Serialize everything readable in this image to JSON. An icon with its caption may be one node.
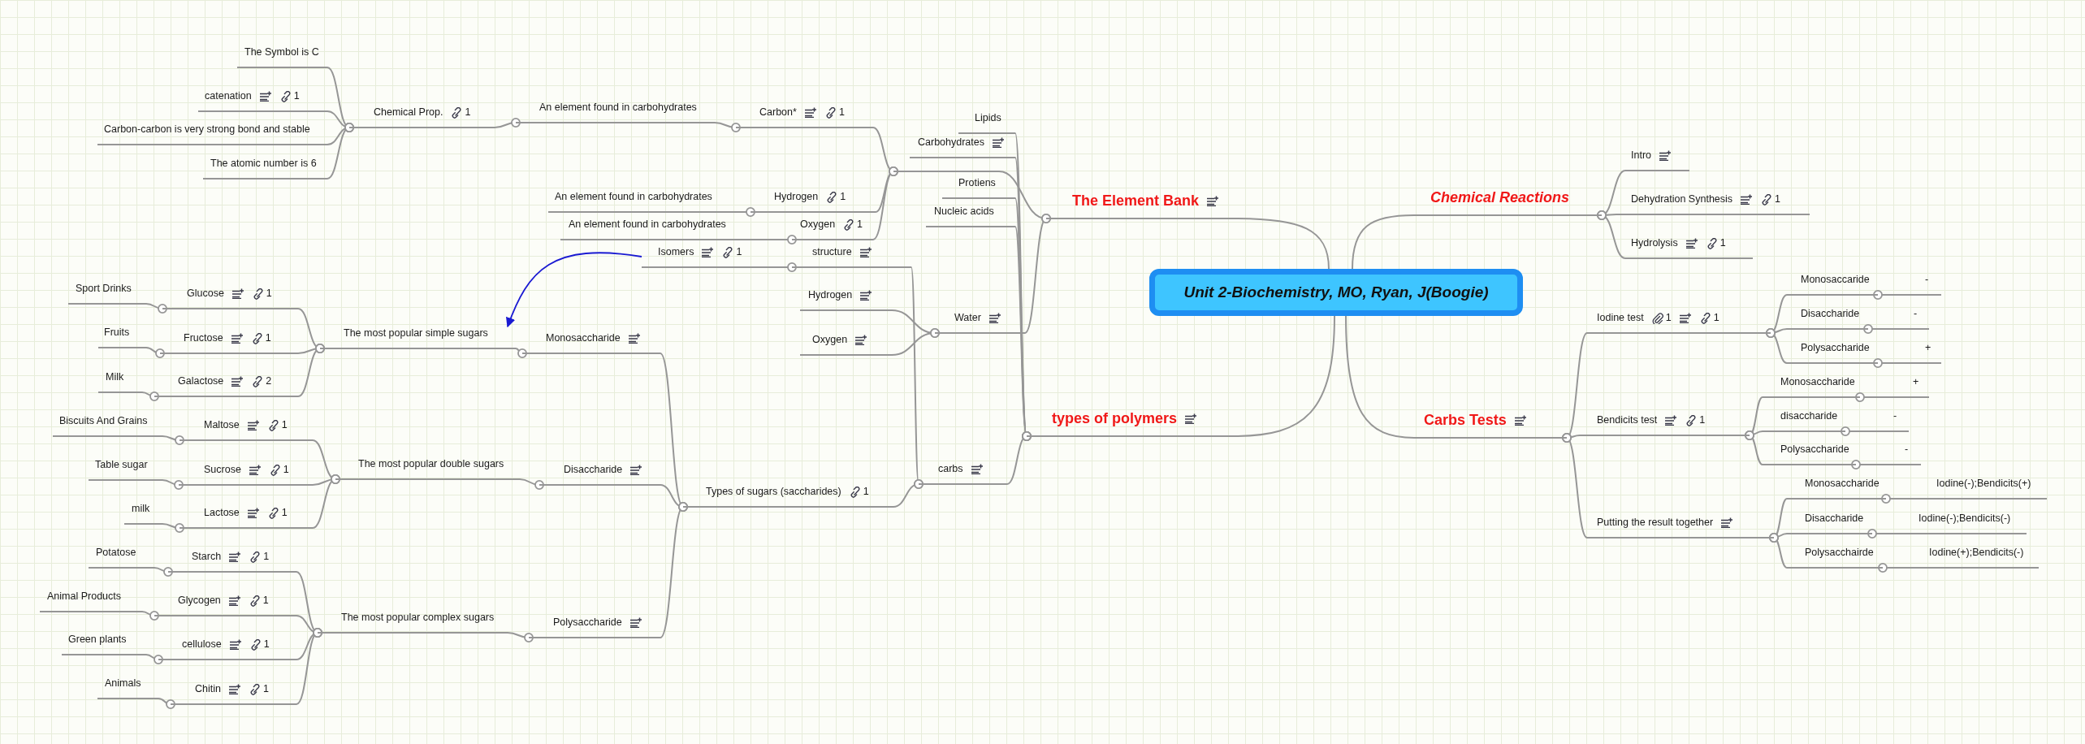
{
  "diagram": {
    "nodes": [
      {
        "text": [
          "Unit 2-Biochemistry, MO, Ryan, J(Boogie)"
        ]
      },
      {
        "text": [
          "The Element Bank"
        ]
      },
      {
        "text": [],
        "shape": "bar"
      },
      {
        "text": [
          "Carbon*",
          "1"
        ]
      },
      {
        "text": [
          "An element found in carbohydrates"
        ]
      },
      {
        "text": [
          "Chemical Prop.",
          "1"
        ]
      },
      {
        "text": [
          "The Symbol is C"
        ]
      },
      {
        "text": [
          "catenation",
          "1"
        ]
      },
      {
        "text": [
          "Carbon-carbon is very strong bond and stable"
        ]
      },
      {
        "text": [
          "The atomic number is 6"
        ]
      },
      {
        "text": [
          "Hydrogen",
          "1"
        ]
      },
      {
        "text": [
          "An element found in carbohydrates"
        ]
      },
      {
        "text": [
          "Oxygen",
          "1"
        ]
      },
      {
        "text": [
          "An element found in carbohydrates"
        ]
      },
      {
        "text": [
          "Water"
        ]
      },
      {
        "text": [
          "Hydrogen"
        ]
      },
      {
        "text": [
          "Oxygen"
        ]
      },
      {
        "text": [
          "types of polymers"
        ]
      },
      {
        "text": [
          "Lipids"
        ]
      },
      {
        "text": [
          "Carbohydrates"
        ]
      },
      {
        "text": [
          "Protiens"
        ]
      },
      {
        "text": [
          "Nucleic acids"
        ]
      },
      {
        "text": [
          "carbs"
        ]
      },
      {
        "text": [
          "structure"
        ]
      },
      {
        "text": [
          "Isomers",
          "1"
        ]
      },
      {
        "text": [
          "Types of sugars (saccharides)",
          "1"
        ]
      },
      {
        "text": [
          "Monosaccharide"
        ]
      },
      {
        "text": [
          "The most popular simple sugars"
        ]
      },
      {
        "text": [
          "Glucose",
          "1"
        ]
      },
      {
        "text": [
          "Sport Drinks"
        ]
      },
      {
        "text": [
          "Fructose",
          "1"
        ]
      },
      {
        "text": [
          "Fruits"
        ]
      },
      {
        "text": [
          "Galactose",
          "2"
        ]
      },
      {
        "text": [
          "Milk"
        ]
      },
      {
        "text": [
          "Disaccharide"
        ]
      },
      {
        "text": [
          "The most popular double sugars"
        ]
      },
      {
        "text": [
          "Maltose",
          "1"
        ]
      },
      {
        "text": [
          "Biscuits And Grains"
        ]
      },
      {
        "text": [
          "Sucrose",
          "1"
        ]
      },
      {
        "text": [
          "Table sugar"
        ]
      },
      {
        "text": [
          "Lactose",
          "1"
        ]
      },
      {
        "text": [
          "milk"
        ]
      },
      {
        "text": [
          "Polysaccharide"
        ]
      },
      {
        "text": [
          "The most popular complex sugars"
        ]
      },
      {
        "text": [
          "Starch",
          "1"
        ]
      },
      {
        "text": [
          "Potatose"
        ]
      },
      {
        "text": [
          "Glycogen",
          "1"
        ]
      },
      {
        "text": [
          "Animal Products"
        ]
      },
      {
        "text": [
          "cellulose",
          "1"
        ]
      },
      {
        "text": [
          "Green plants"
        ]
      },
      {
        "text": [
          "Chitin",
          "1"
        ]
      },
      {
        "text": [
          "Animals"
        ]
      },
      {
        "text": [
          "Chemical Reactions"
        ]
      },
      {
        "text": [
          "Intro"
        ]
      },
      {
        "text": [
          "Dehydration Synthesis",
          "1"
        ]
      },
      {
        "text": [
          "Hydrolysis",
          "1"
        ]
      },
      {
        "text": [
          "Carbs Tests"
        ]
      },
      {
        "text": [
          "Iodine test",
          "1",
          "1"
        ]
      },
      {
        "text": [
          "Monosaccaride"
        ]
      },
      {
        "text": [
          "-"
        ]
      },
      {
        "text": [
          "Disaccharide"
        ]
      },
      {
        "text": [
          "-"
        ]
      },
      {
        "text": [
          "Polysaccharide"
        ]
      },
      {
        "text": [
          "+"
        ]
      },
      {
        "text": [
          "Bendicits test",
          "1"
        ]
      },
      {
        "text": [
          "Monosaccharide"
        ]
      },
      {
        "text": [
          "+"
        ]
      },
      {
        "text": [
          "disaccharide"
        ]
      },
      {
        "text": [
          "-"
        ]
      },
      {
        "text": [
          "Polysaccharide"
        ]
      },
      {
        "text": [
          "-"
        ]
      },
      {
        "text": [
          "Putting the result together"
        ]
      },
      {
        "text": [
          "Monosaccharide"
        ]
      },
      {
        "text": [
          "Iodine(-);Bendicits(+)"
        ]
      },
      {
        "text": [
          "Disaccharide"
        ]
      },
      {
        "text": [
          "Iodine(-);Bendicits(-)"
        ]
      },
      {
        "text": [
          "Polysacchairde"
        ]
      },
      {
        "text": [
          "Iodine(+);Bendicits(-)"
        ]
      }
    ],
    "edges": [
      {
        "from": 0,
        "to": 1,
        "arrow": "none"
      },
      {
        "from": 1,
        "to": 2,
        "arrow": "other"
      },
      {
        "from": 2,
        "to": 3,
        "arrow": "other"
      },
      {
        "from": 3,
        "to": 4,
        "arrow": "other"
      },
      {
        "from": 4,
        "to": 5,
        "arrow": "other"
      },
      {
        "from": 5,
        "to": 6,
        "arrow": "other"
      },
      {
        "from": 5,
        "to": 7,
        "arrow": "other"
      },
      {
        "from": 5,
        "to": 8,
        "arrow": "other"
      },
      {
        "from": 5,
        "to": 9,
        "arrow": "other"
      },
      {
        "from": 2,
        "to": 10,
        "arrow": "other"
      },
      {
        "from": 10,
        "to": 11,
        "arrow": "other"
      },
      {
        "from": 2,
        "to": 12,
        "arrow": "other"
      },
      {
        "from": 12,
        "to": 13,
        "arrow": "other"
      },
      {
        "from": 1,
        "to": 14,
        "arrow": "other"
      },
      {
        "from": 14,
        "to": 15,
        "arrow": "other"
      },
      {
        "from": 14,
        "to": 16,
        "arrow": "other"
      },
      {
        "from": 0,
        "to": 17,
        "arrow": "none"
      },
      {
        "from": 17,
        "to": 18,
        "arrow": "other"
      },
      {
        "from": 17,
        "to": 19,
        "arrow": "other"
      },
      {
        "from": 17,
        "to": 20,
        "arrow": "other"
      },
      {
        "from": 17,
        "to": 21,
        "arrow": "other"
      },
      {
        "from": 17,
        "to": 22,
        "arrow": "other"
      },
      {
        "from": 22,
        "to": 23,
        "arrow": "other"
      },
      {
        "from": 23,
        "to": 24,
        "arrow": "other"
      },
      {
        "from": 22,
        "to": 25,
        "arrow": "other"
      },
      {
        "from": 25,
        "to": 26,
        "arrow": "other"
      },
      {
        "from": 26,
        "to": 27,
        "arrow": "other"
      },
      {
        "from": 27,
        "to": 28,
        "arrow": "other"
      },
      {
        "from": 28,
        "to": 29,
        "arrow": "other"
      },
      {
        "from": 27,
        "to": 30,
        "arrow": "other"
      },
      {
        "from": 30,
        "to": 31,
        "arrow": "other"
      },
      {
        "from": 27,
        "to": 32,
        "arrow": "other"
      },
      {
        "from": 32,
        "to": 33,
        "arrow": "other"
      },
      {
        "from": 25,
        "to": 34,
        "arrow": "other"
      },
      {
        "from": 34,
        "to": 35,
        "arrow": "other"
      },
      {
        "from": 35,
        "to": 36,
        "arrow": "other"
      },
      {
        "from": 36,
        "to": 37,
        "arrow": "other"
      },
      {
        "from": 35,
        "to": 38,
        "arrow": "other"
      },
      {
        "from": 38,
        "to": 39,
        "arrow": "other"
      },
      {
        "from": 35,
        "to": 40,
        "arrow": "other"
      },
      {
        "from": 40,
        "to": 41,
        "arrow": "other"
      },
      {
        "from": 25,
        "to": 42,
        "arrow": "other"
      },
      {
        "from": 42,
        "to": 43,
        "arrow": "other"
      },
      {
        "from": 43,
        "to": 44,
        "arrow": "other"
      },
      {
        "from": 44,
        "to": 45,
        "arrow": "other"
      },
      {
        "from": 43,
        "to": 46,
        "arrow": "other"
      },
      {
        "from": 46,
        "to": 47,
        "arrow": "other"
      },
      {
        "from": 43,
        "to": 48,
        "arrow": "other"
      },
      {
        "from": 48,
        "to": 49,
        "arrow": "other"
      },
      {
        "from": 43,
        "to": 50,
        "arrow": "other"
      },
      {
        "from": 50,
        "to": 51,
        "arrow": "other"
      },
      {
        "from": 0,
        "to": 52,
        "arrow": "none"
      },
      {
        "from": 52,
        "to": 53,
        "arrow": "other"
      },
      {
        "from": 52,
        "to": 54,
        "arrow": "other"
      },
      {
        "from": 52,
        "to": 55,
        "arrow": "other"
      },
      {
        "from": 0,
        "to": 56,
        "arrow": "none"
      },
      {
        "from": 56,
        "to": 57,
        "arrow": "other"
      },
      {
        "from": 57,
        "to": 58,
        "arrow": "other"
      },
      {
        "from": 58,
        "to": 59,
        "arrow": "other"
      },
      {
        "from": 57,
        "to": 60,
        "arrow": "other"
      },
      {
        "from": 60,
        "to": 61,
        "arrow": "other"
      },
      {
        "from": 57,
        "to": 62,
        "arrow": "other"
      },
      {
        "from": 62,
        "to": 63,
        "arrow": "other"
      },
      {
        "from": 56,
        "to": 64,
        "arrow": "other"
      },
      {
        "from": 64,
        "to": 65,
        "arrow": "other"
      },
      {
        "from": 65,
        "to": 66,
        "arrow": "other"
      },
      {
        "from": 64,
        "to": 67,
        "arrow": "other"
      },
      {
        "from": 67,
        "to": 68,
        "arrow": "other"
      },
      {
        "from": 64,
        "to": 69,
        "arrow": "other"
      },
      {
        "from": 69,
        "to": 70,
        "arrow": "other"
      },
      {
        "from": 56,
        "to": 71,
        "arrow": "other"
      },
      {
        "from": 71,
        "to": 72,
        "arrow": "other"
      },
      {
        "from": 72,
        "to": 73,
        "arrow": "other"
      },
      {
        "from": 71,
        "to": 74,
        "arrow": "other"
      },
      {
        "from": 74,
        "to": 75,
        "arrow": "other"
      },
      {
        "from": 71,
        "to": 76,
        "arrow": "other"
      },
      {
        "from": 76,
        "to": 77,
        "arrow": "other"
      },
      {
        "from": 24,
        "to": 27,
        "arrow": "to",
        "color": "#1a1ad2"
      }
    ]
  }
}
